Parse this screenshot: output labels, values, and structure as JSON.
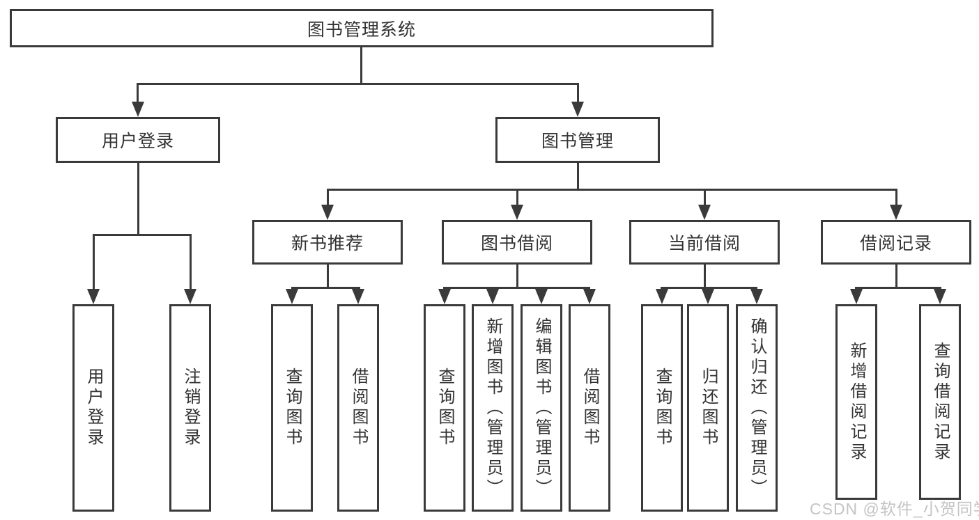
{
  "diagram": {
    "root": {
      "label": "图书管理系统"
    },
    "level2": [
      {
        "label": "用户登录"
      },
      {
        "label": "图书管理"
      }
    ],
    "level3": [
      {
        "label": "新书推荐"
      },
      {
        "label": "图书借阅"
      },
      {
        "label": "当前借阅"
      },
      {
        "label": "借阅记录"
      }
    ],
    "leaves": {
      "user_login": [
        {
          "label": "用户登录"
        },
        {
          "label": "注销登录"
        }
      ],
      "new_book": [
        {
          "label": "查询图书"
        },
        {
          "label": "借阅图书"
        }
      ],
      "book_borrow": [
        {
          "label": "查询图书"
        },
        {
          "label": "新增图书（管理员）"
        },
        {
          "label": "编辑图书（管理员）"
        },
        {
          "label": "借阅图书"
        }
      ],
      "current_borrow": [
        {
          "label": "查询图书"
        },
        {
          "label": "归还图书"
        },
        {
          "label": "确认归还（管理员）"
        }
      ],
      "borrow_record": [
        {
          "label": "新增借阅记录"
        },
        {
          "label": "查询借阅记录"
        }
      ]
    },
    "watermark": "CSDN @软件_小贺同学",
    "colors": {
      "line": "#3a3a3a",
      "text": "#333333",
      "background": "#ffffff",
      "watermark": "#c4c4c4"
    }
  }
}
